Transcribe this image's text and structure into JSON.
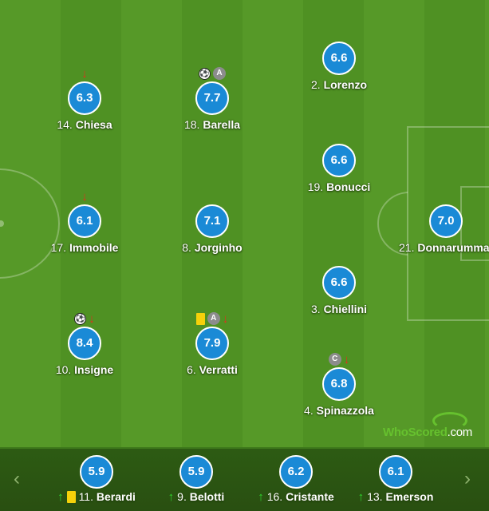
{
  "pitch": {
    "players": [
      {
        "number": "14.",
        "name": "Chiesa",
        "rating": "6.3",
        "icons": [
          "arrow-down"
        ]
      },
      {
        "number": "18.",
        "name": "Barella",
        "rating": "7.7",
        "icons": [
          "ball",
          "assist"
        ]
      },
      {
        "number": "2.",
        "name": "Lorenzo",
        "rating": "6.6",
        "icons": []
      },
      {
        "number": "19.",
        "name": "Bonucci",
        "rating": "6.6",
        "icons": []
      },
      {
        "number": "17.",
        "name": "Immobile",
        "rating": "6.1",
        "icons": [
          "arrow-down"
        ]
      },
      {
        "number": "8.",
        "name": "Jorginho",
        "rating": "7.1",
        "icons": []
      },
      {
        "number": "21.",
        "name": "Donnarumma",
        "rating": "7.0",
        "icons": []
      },
      {
        "number": "3.",
        "name": "Chiellini",
        "rating": "6.6",
        "icons": []
      },
      {
        "number": "10.",
        "name": "Insigne",
        "rating": "8.4",
        "icons": [
          "ball",
          "arrow-down"
        ]
      },
      {
        "number": "6.",
        "name": "Verratti",
        "rating": "7.9",
        "icons": [
          "yellow-card",
          "assist",
          "arrow-down"
        ]
      },
      {
        "number": "4.",
        "name": "Spinazzola",
        "rating": "6.8",
        "icons": [
          "captain",
          "arrow-down"
        ]
      }
    ],
    "badges": {
      "assist": "A",
      "captain": "C"
    }
  },
  "bench": {
    "subs": [
      {
        "number": "11.",
        "name": "Berardi",
        "rating": "5.9",
        "icons": [
          "arrow-up",
          "yellow-card"
        ]
      },
      {
        "number": "9.",
        "name": "Belotti",
        "rating": "5.9",
        "icons": [
          "arrow-up"
        ]
      },
      {
        "number": "16.",
        "name": "Cristante",
        "rating": "6.2",
        "icons": [
          "arrow-up"
        ]
      },
      {
        "number": "13.",
        "name": "Emerson",
        "rating": "6.1",
        "icons": [
          "arrow-up"
        ]
      }
    ],
    "nav_prev": "‹",
    "nav_next": "›"
  },
  "logo": {
    "text": "WhoScored",
    "suffix": ".com"
  },
  "colors": {
    "rating_bubble": "#1a8ad6",
    "pitch_light": "#569928",
    "pitch_dark": "#4f9123",
    "arrow_down": "#e0311f",
    "arrow_up": "#2fd52f",
    "yellow_card": "#f5d10a",
    "logo_green": "#66c12e"
  }
}
